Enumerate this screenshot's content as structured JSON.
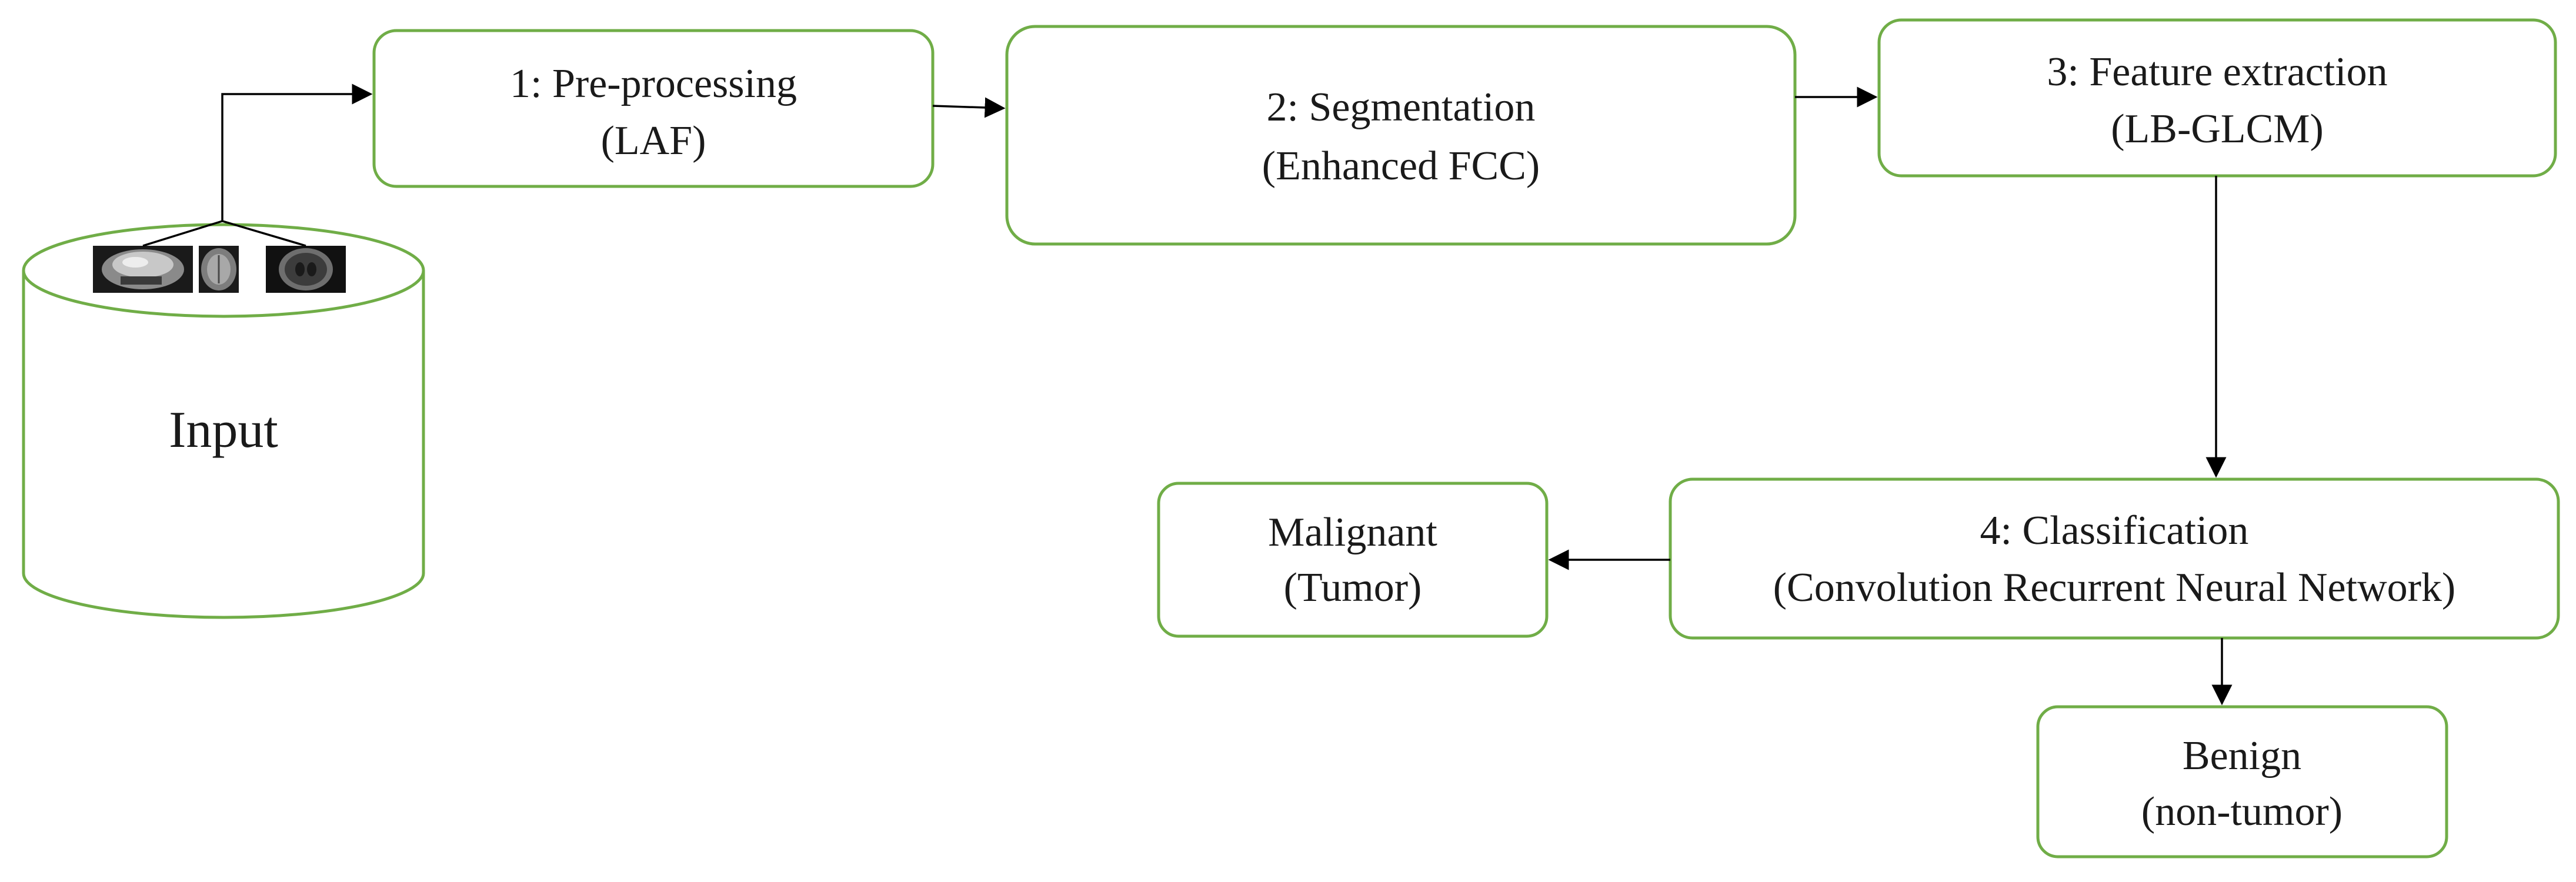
{
  "colors": {
    "box_border": "#70ad47",
    "text": "#1a1a1a",
    "arrow": "#000000",
    "background": "#ffffff"
  },
  "input": {
    "label": "Input",
    "thumbnails": [
      "mri-scan-sagittal",
      "mri-scan-axial-1",
      "mri-scan-axial-2"
    ]
  },
  "steps": {
    "preprocessing": {
      "line1": "1: Pre-processing",
      "line2": "(LAF)"
    },
    "segmentation": {
      "line1": "2: Segmentation",
      "line2": "(Enhanced FCC)"
    },
    "feature_extraction": {
      "line1": "3: Feature extraction",
      "line2": "(LB-GLCM)"
    },
    "classification": {
      "line1": "4: Classification",
      "line2": "(Convolution Recurrent Neural Network)"
    }
  },
  "outputs": {
    "malignant": {
      "line1": "Malignant",
      "line2": "(Tumor)"
    },
    "benign": {
      "line1": "Benign",
      "line2": "(non-tumor)"
    }
  }
}
